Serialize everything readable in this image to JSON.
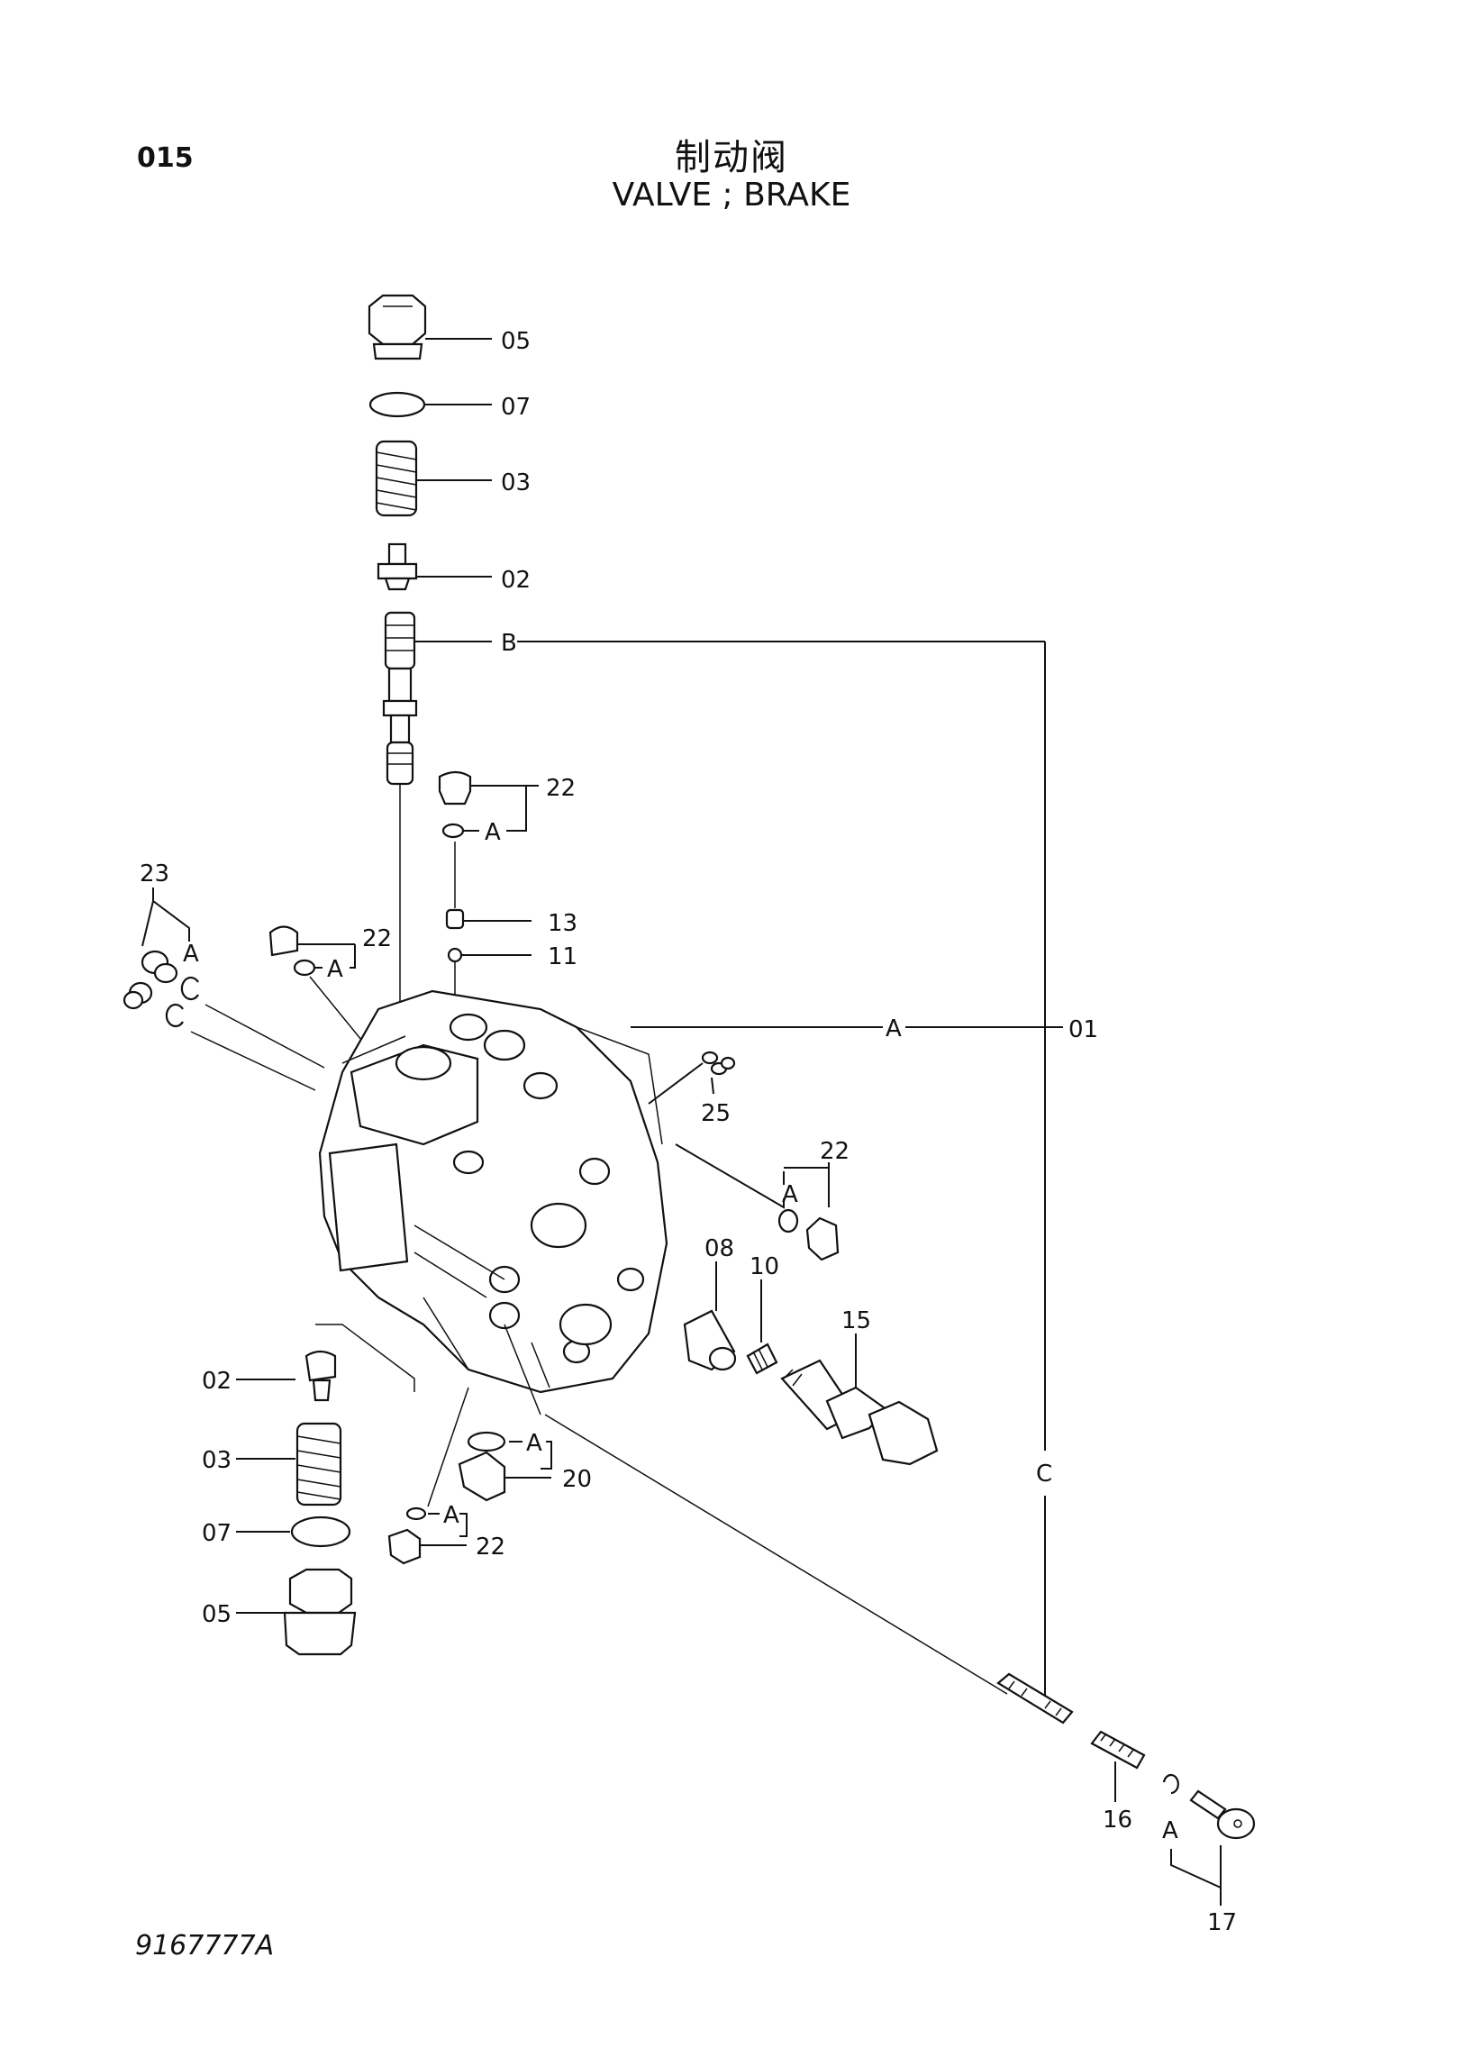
{
  "header": {
    "page_code": "015",
    "title_cn": "制动阀",
    "title_en": "VALVE ; BRAKE"
  },
  "footer": {
    "drawing_number": "9167777A"
  },
  "callouts": {
    "c05a": "05",
    "c07a": "07",
    "c03a": "03",
    "c02a": "02",
    "cB": "B",
    "c22a": "22",
    "cAa": "A",
    "c13": "13",
    "c11": "11",
    "c23": "23",
    "cAb": "A",
    "c22b": "22",
    "cAc": "A",
    "cAd": "A",
    "c01": "01",
    "c25": "25",
    "c22c": "22",
    "cAe": "A",
    "c08": "08",
    "c10": "10",
    "c15": "15",
    "c02b": "02",
    "c03b": "03",
    "c07b": "07",
    "c05b": "05",
    "cAf": "A",
    "c20": "20",
    "cAg": "A",
    "c22d": "22",
    "cC": "C",
    "c16": "16",
    "cAh": "A",
    "c17": "17"
  }
}
